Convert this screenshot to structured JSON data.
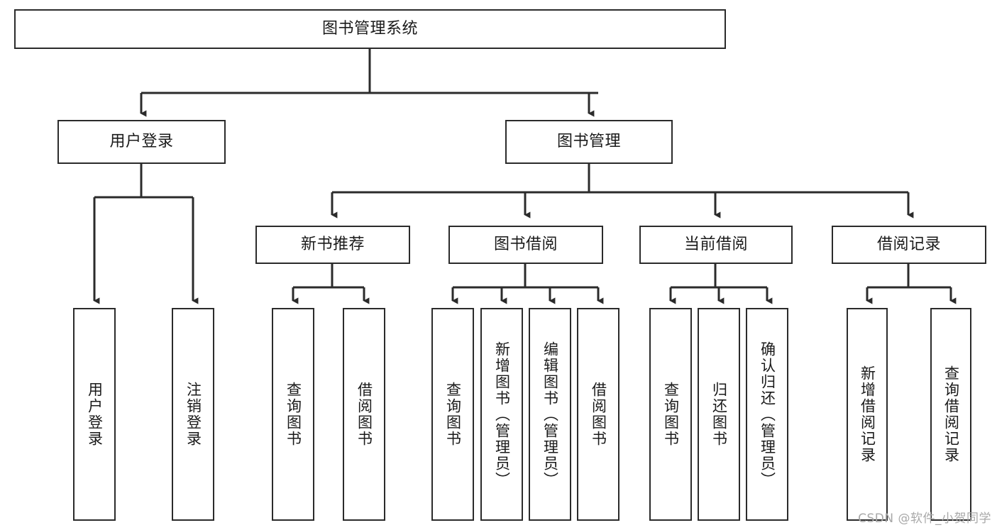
{
  "diagram": {
    "type": "tree-hierarchy-diagram",
    "title": "图书管理系统",
    "watermark": "CSDN @软件_小贺同学",
    "colors": {
      "stroke": "#2b2b2b",
      "fill": "#ffffff",
      "text": "#1a1a1a",
      "watermark": "#a8a8a8"
    },
    "levels": {
      "root": {
        "label": "图书管理系统"
      },
      "level2": [
        {
          "id": "user-login",
          "label": "用户登录"
        },
        {
          "id": "book-manage",
          "label": "图书管理"
        }
      ],
      "level3": [
        {
          "id": "new-book-recommend",
          "label": "新书推荐",
          "parent": "book-manage"
        },
        {
          "id": "book-borrow",
          "label": "图书借阅",
          "parent": "book-manage"
        },
        {
          "id": "current-borrow",
          "label": "当前借阅",
          "parent": "book-manage"
        },
        {
          "id": "borrow-record",
          "label": "借阅记录",
          "parent": "book-manage"
        }
      ],
      "leaves": [
        {
          "id": "leaf-user-login",
          "label": "用户登录",
          "parent": "user-login"
        },
        {
          "id": "leaf-logout-login",
          "label": "注销登录",
          "parent": "user-login"
        },
        {
          "id": "leaf-query-book-1",
          "label": "查询图书",
          "parent": "new-book-recommend"
        },
        {
          "id": "leaf-borrow-book-1",
          "label": "借阅图书",
          "parent": "new-book-recommend"
        },
        {
          "id": "leaf-query-book-2",
          "label": "查询图书",
          "parent": "book-borrow"
        },
        {
          "id": "leaf-add-book",
          "label": "新增图书（管理员）",
          "parent": "book-borrow"
        },
        {
          "id": "leaf-edit-book",
          "label": "编辑图书（管理员）",
          "parent": "book-borrow"
        },
        {
          "id": "leaf-borrow-book-2",
          "label": "借阅图书",
          "parent": "book-borrow"
        },
        {
          "id": "leaf-query-book-3",
          "label": "查询图书",
          "parent": "current-borrow"
        },
        {
          "id": "leaf-return-book",
          "label": "归还图书",
          "parent": "current-borrow"
        },
        {
          "id": "leaf-confirm-return",
          "label": "确认归还（管理员）",
          "parent": "current-borrow"
        },
        {
          "id": "leaf-add-record",
          "label": "新增借阅记录",
          "parent": "borrow-record"
        },
        {
          "id": "leaf-query-record",
          "label": "查询借阅记录",
          "parent": "borrow-record"
        }
      ]
    }
  }
}
